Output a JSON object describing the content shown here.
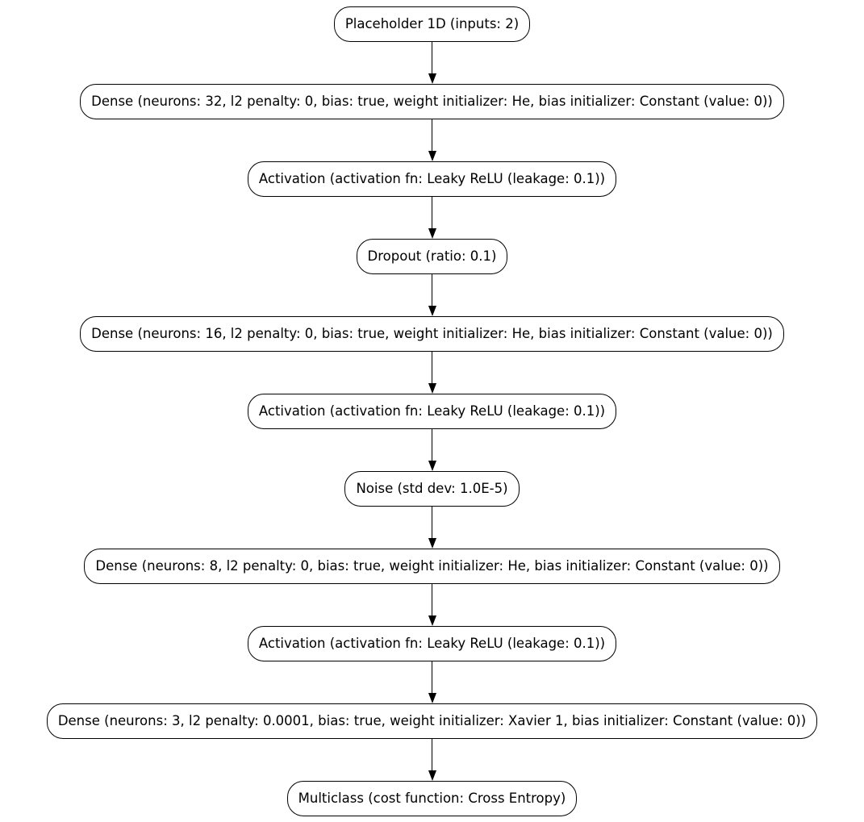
{
  "diagram": {
    "type": "flowchart",
    "direction": "top-to-bottom",
    "colors": {
      "background": "#ffffff",
      "node_fill": "#ffffff",
      "node_border": "#000000",
      "text": "#000000",
      "edge": "#000000"
    },
    "nodes": [
      {
        "id": "placeholder-1d",
        "label": "Placeholder 1D (inputs: 2)"
      },
      {
        "id": "dense-1",
        "label": "Dense (neurons: 32, l2 penalty: 0, bias: true, weight initializer: He, bias initializer: Constant (value: 0))"
      },
      {
        "id": "activation-1",
        "label": "Activation (activation fn: Leaky ReLU (leakage: 0.1))"
      },
      {
        "id": "dropout",
        "label": "Dropout (ratio: 0.1)"
      },
      {
        "id": "dense-2",
        "label": "Dense (neurons: 16, l2 penalty: 0, bias: true, weight initializer: He, bias initializer: Constant (value: 0))"
      },
      {
        "id": "activation-2",
        "label": "Activation (activation fn: Leaky ReLU (leakage: 0.1))"
      },
      {
        "id": "noise",
        "label": "Noise (std dev: 1.0E-5)"
      },
      {
        "id": "dense-3",
        "label": "Dense (neurons: 8, l2 penalty: 0, bias: true, weight initializer: He, bias initializer: Constant (value: 0))"
      },
      {
        "id": "activation-3",
        "label": "Activation (activation fn: Leaky ReLU (leakage: 0.1))"
      },
      {
        "id": "dense-4",
        "label": "Dense (neurons: 3, l2 penalty: 0.0001, bias: true, weight initializer: Xavier 1, bias initializer: Constant (value: 0))"
      },
      {
        "id": "multiclass",
        "label": "Multiclass (cost function: Cross Entropy)"
      }
    ],
    "edges": [
      {
        "from": "placeholder-1d",
        "to": "dense-1"
      },
      {
        "from": "dense-1",
        "to": "activation-1"
      },
      {
        "from": "activation-1",
        "to": "dropout"
      },
      {
        "from": "dropout",
        "to": "dense-2"
      },
      {
        "from": "dense-2",
        "to": "activation-2"
      },
      {
        "from": "activation-2",
        "to": "noise"
      },
      {
        "from": "noise",
        "to": "dense-3"
      },
      {
        "from": "dense-3",
        "to": "activation-3"
      },
      {
        "from": "activation-3",
        "to": "dense-4"
      },
      {
        "from": "dense-4",
        "to": "multiclass"
      }
    ]
  }
}
